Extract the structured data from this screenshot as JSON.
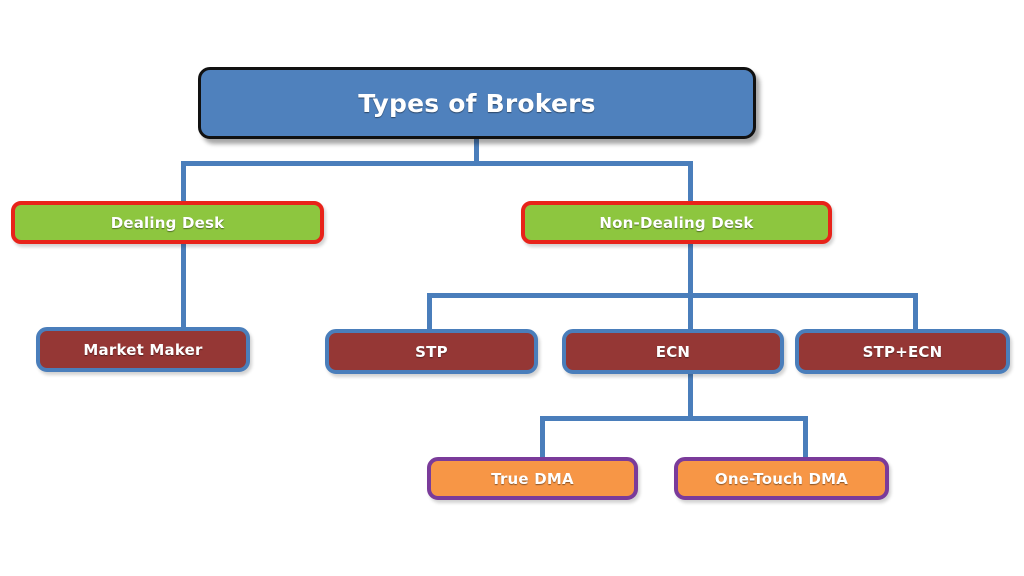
{
  "diagram": {
    "title": "Types of Brokers",
    "type": "hierarchy-tree",
    "colors": {
      "root_fill": "#4F81BD",
      "root_border": "#111111",
      "level2_fill": "#8DC63F",
      "level2_border": "#E8231A",
      "level3_fill": "#953735",
      "level3_border": "#4A7EBB",
      "level4_fill": "#F79646",
      "level4_border": "#7A3B9A",
      "connector": "#4A7EBB",
      "background": "#FFFFFF",
      "text": "#FFFFFF"
    },
    "nodes": {
      "root": {
        "label": "Types of Brokers"
      },
      "dealing_desk": {
        "label": "Dealing Desk"
      },
      "non_dealing_desk": {
        "label": "Non-Dealing Desk"
      },
      "market_maker": {
        "label": "Market Maker"
      },
      "stp": {
        "label": "STP"
      },
      "ecn": {
        "label": "ECN"
      },
      "stp_ecn": {
        "label": "STP+ECN"
      },
      "true_dma": {
        "label": "True DMA"
      },
      "one_touch_dma": {
        "label": "One-Touch DMA"
      }
    },
    "edges": [
      {
        "from": "Types of Brokers",
        "to": "Dealing Desk"
      },
      {
        "from": "Types of Brokers",
        "to": "Non-Dealing Desk"
      },
      {
        "from": "Dealing Desk",
        "to": "Market Maker"
      },
      {
        "from": "Non-Dealing Desk",
        "to": "STP"
      },
      {
        "from": "Non-Dealing Desk",
        "to": "ECN"
      },
      {
        "from": "Non-Dealing Desk",
        "to": "STP+ECN"
      },
      {
        "from": "ECN",
        "to": "True DMA"
      },
      {
        "from": "ECN",
        "to": "One-Touch DMA"
      }
    ]
  }
}
